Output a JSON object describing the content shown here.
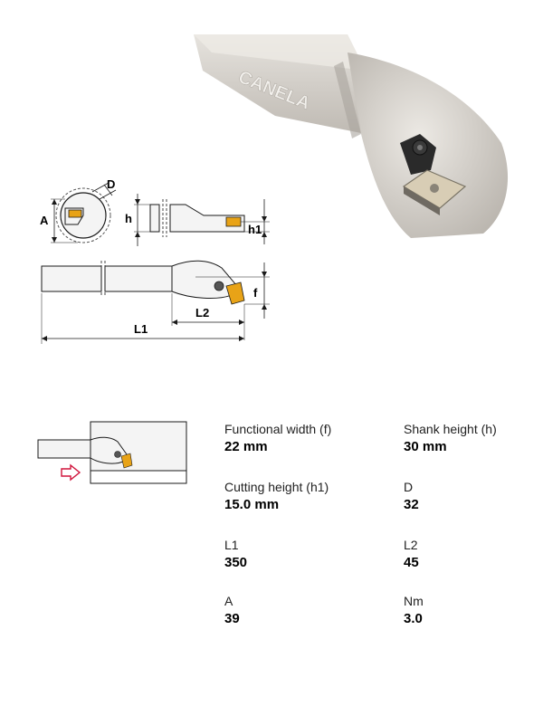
{
  "photo": {
    "brand_text": "CANELA"
  },
  "drawing": {
    "labels": {
      "A": "A",
      "D": "D",
      "h": "h",
      "h1": "h1",
      "f": "f",
      "L1": "L1",
      "L2": "L2"
    },
    "colors": {
      "insert": "#E8A317",
      "line": "#1a1a1a",
      "shaft": "#f4f4f4"
    }
  },
  "small_diagram": {
    "colors": {
      "arrow": "#d0143c",
      "insert": "#E8A317"
    }
  },
  "specs": [
    {
      "label": "Functional width (f)",
      "value": "22 mm"
    },
    {
      "label": "Shank height (h)",
      "value": "30 mm"
    },
    {
      "label": "Cutting height (h1)",
      "value": "15.0 mm"
    },
    {
      "label": "D",
      "value": "32"
    },
    {
      "label": "L1",
      "value": "350"
    },
    {
      "label": "L2",
      "value": "45"
    },
    {
      "label": "A",
      "value": "39"
    },
    {
      "label": "Nm",
      "value": "3.0"
    }
  ]
}
